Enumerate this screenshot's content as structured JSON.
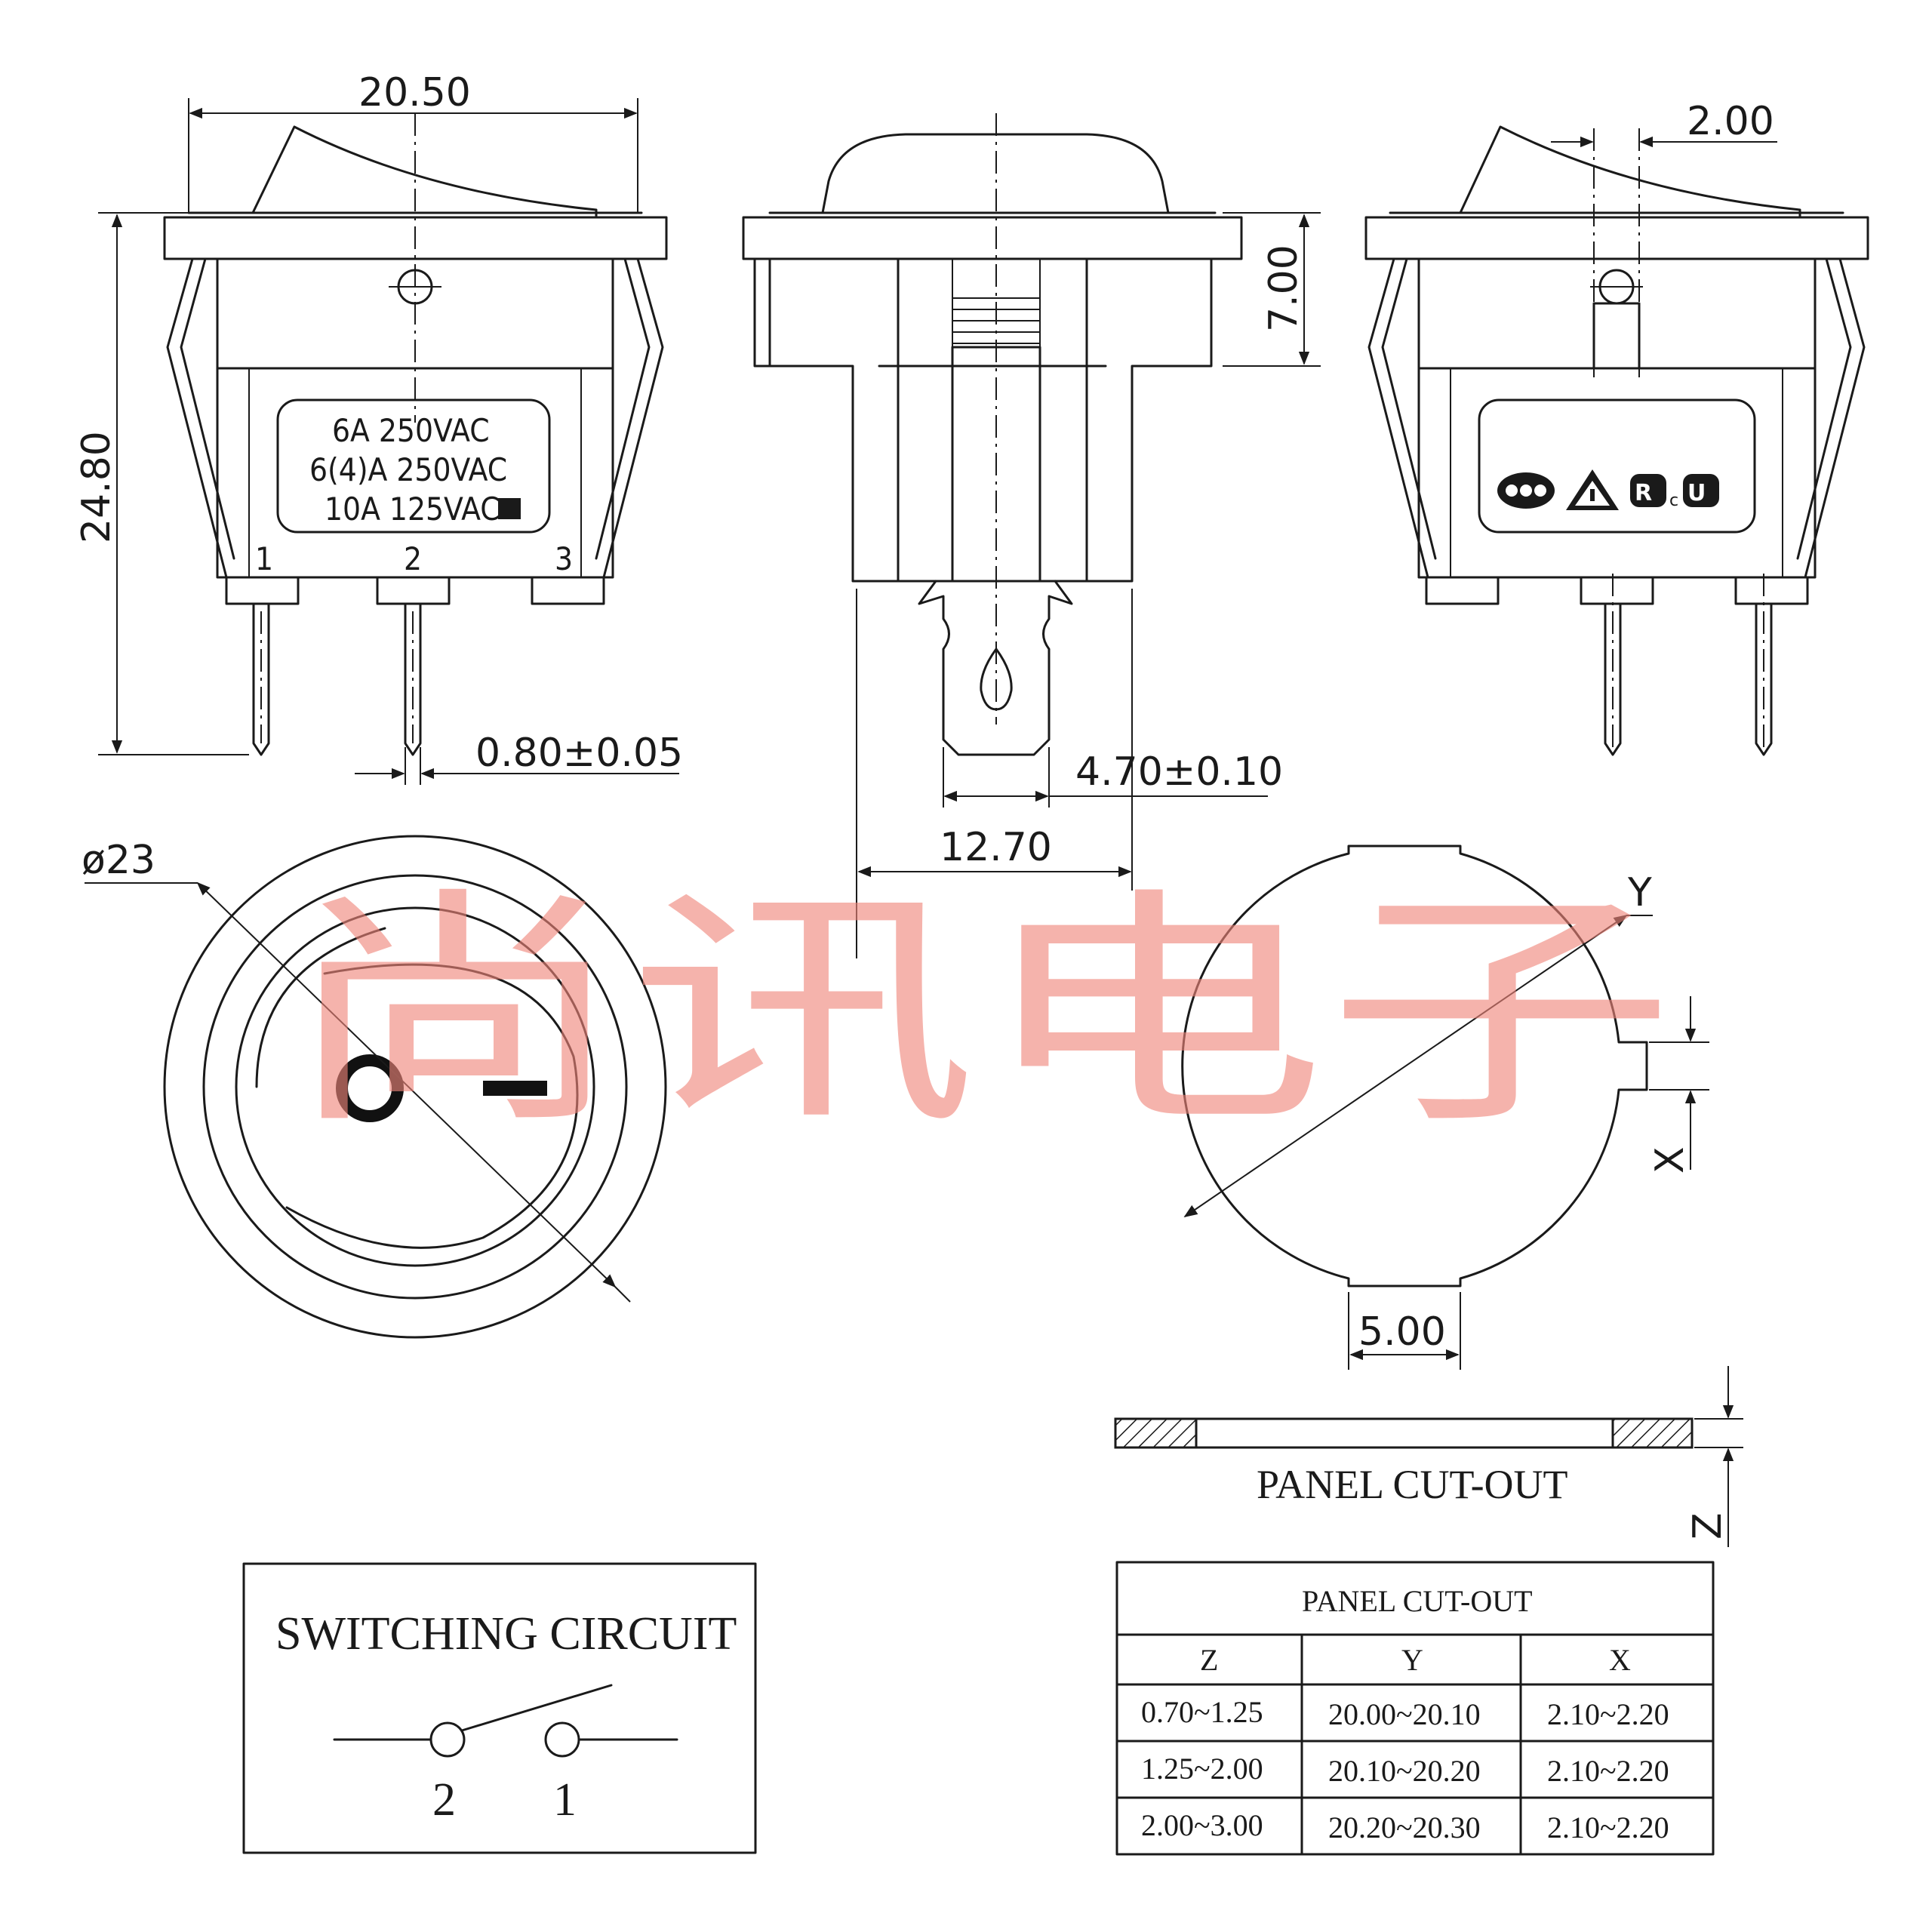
{
  "dimensions": {
    "width": "20.50",
    "height": "24.80",
    "pin_width": "0.80±0.05",
    "rocker_offset": "2.00",
    "flange_depth": "7.00",
    "terminal_width": "4.70±0.10",
    "pin_spacing": "12.70",
    "diameter": "ø23",
    "tab_width": "5.00"
  },
  "rating_label": {
    "line1": "6A 250VAC",
    "line2": "6(4)A 250VAC",
    "line3": "10A 125VAC"
  },
  "pin_numbers": [
    "1",
    "2",
    "3"
  ],
  "cutout_axes": {
    "y": "Y",
    "x": "X",
    "z": "Z"
  },
  "panel_cutout_label": "PANEL CUT-OUT",
  "switching_circuit": {
    "title": "SWITCHING CIRCUIT",
    "terminals": [
      "2",
      "1"
    ]
  },
  "cutout_table": {
    "title": "PANEL CUT-OUT",
    "headers": [
      "Z",
      "Y",
      "X"
    ],
    "rows": [
      [
        "0.70~1.25",
        "20.00~20.10",
        "2.10~2.20"
      ],
      [
        "1.25~2.00",
        "20.10~20.20",
        "2.10~2.20"
      ],
      [
        "2.00~3.00",
        "20.20~20.30",
        "2.10~2.20"
      ]
    ]
  },
  "watermark": "尚讯电子",
  "certification_icons": [
    "ccc-mark-icon",
    "vde-triangle-icon",
    "ul-mark-icon"
  ],
  "colors": {
    "line": "#1a1a1a",
    "watermark": "#f0857a",
    "background": "#ffffff"
  }
}
